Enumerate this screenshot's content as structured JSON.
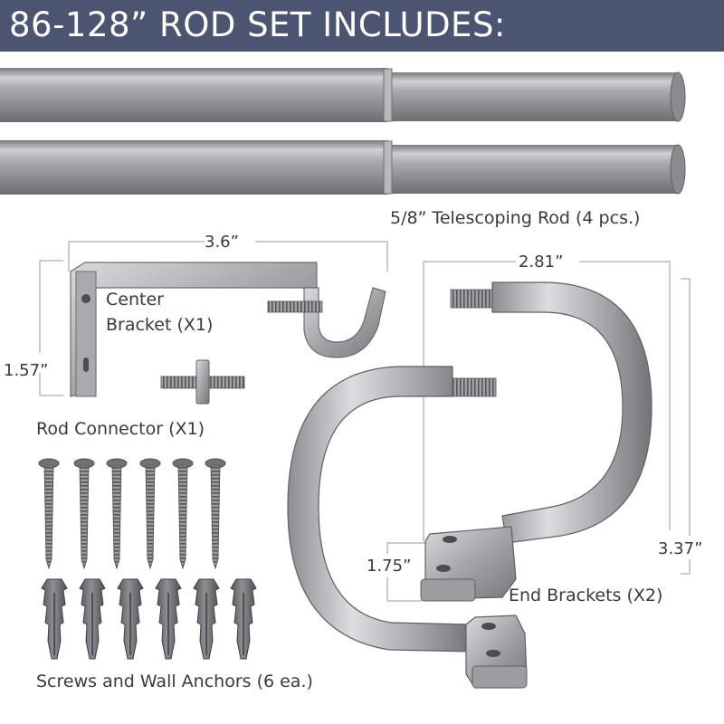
{
  "header": {
    "title": "86-128” ROD SET INCLUDES:",
    "background_color": "#4b5572"
  },
  "rods": {
    "label": "5/8” Telescoping Rod (4 pcs.)"
  },
  "center_bracket": {
    "label_line1": "Center",
    "label_line2": "Bracket (X1)",
    "width_dim": "3.6”",
    "height_dim": "1.57”"
  },
  "rod_connector": {
    "label": "Rod Connector (X1)"
  },
  "screws_anchors": {
    "label": "Screws and Wall Anchors (6 ea.)"
  },
  "end_brackets": {
    "label": "End Brackets (X2)",
    "width_dim": "2.81”",
    "height_dim": "3.37”",
    "depth_dim": "1.75”"
  },
  "colors": {
    "metal": "#9a9a9e",
    "text": "#3a3a3a"
  }
}
